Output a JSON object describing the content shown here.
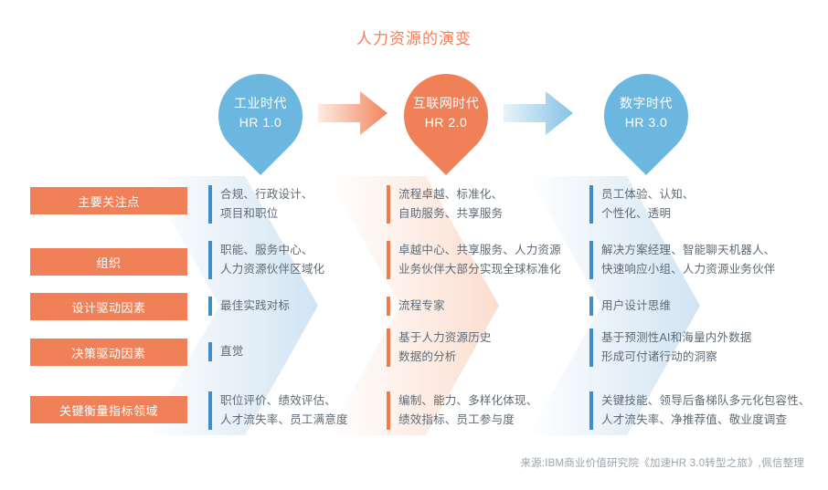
{
  "title": "人力资源的演变",
  "colors": {
    "orange": "#ef8057",
    "blue": "#6cb7e0",
    "bar_blue": "#3d8ec9",
    "bar_orange": "#ef7b4b",
    "text_gray": "#5e6a75",
    "footer_gray": "#9aa4ad"
  },
  "stages": [
    {
      "era": "工业时代",
      "version": "HR 1.0",
      "color": "blue"
    },
    {
      "era": "互联网时代",
      "version": "HR 2.0",
      "color": "orange"
    },
    {
      "era": "数字时代",
      "version": "HR 3.0",
      "color": "blue"
    }
  ],
  "row_labels": [
    "主要关注点",
    "组织",
    "设计驱动因素",
    "决策驱动因素",
    "关键衡量指标领域"
  ],
  "columns": [
    {
      "stage": "HR 1.0",
      "accent": "blue",
      "cells": [
        "合规、行政设计、\n项目和职位",
        "职能、服务中心、\n人力资源伙伴区域化",
        "最佳实践对标",
        "直觉",
        "职位评价、绩效评估、\n人才流失率、员工满意度"
      ]
    },
    {
      "stage": "HR 2.0",
      "accent": "orange",
      "cells": [
        "流程卓越、标准化、\n自助服务、共享服务",
        "卓越中心、共享服务、人力资源\n业务伙伴大部分实现全球标准化",
        "流程专家",
        "基于人力资源历史\n数据的分析",
        "编制、能力、多样化体现、\n绩效指标、员工参与度"
      ]
    },
    {
      "stage": "HR 3.0",
      "accent": "blue",
      "cells": [
        "员工体验、认知、\n个性化、透明",
        "解决方案经理、智能聊天机器人、\n快速响应小组、人力资源业务伙伴",
        "用户设计思维",
        "基于预测性AI和海量内外数据\n形成可付诸行动的洞察",
        "关键技能、领导后备梯队多元化包容性、\n人才流失率、净推荐值、敬业度调查"
      ]
    }
  ],
  "footer": "来源:IBM商业价值研究院《加速HR 3.0转型之旅》,佩信整理"
}
